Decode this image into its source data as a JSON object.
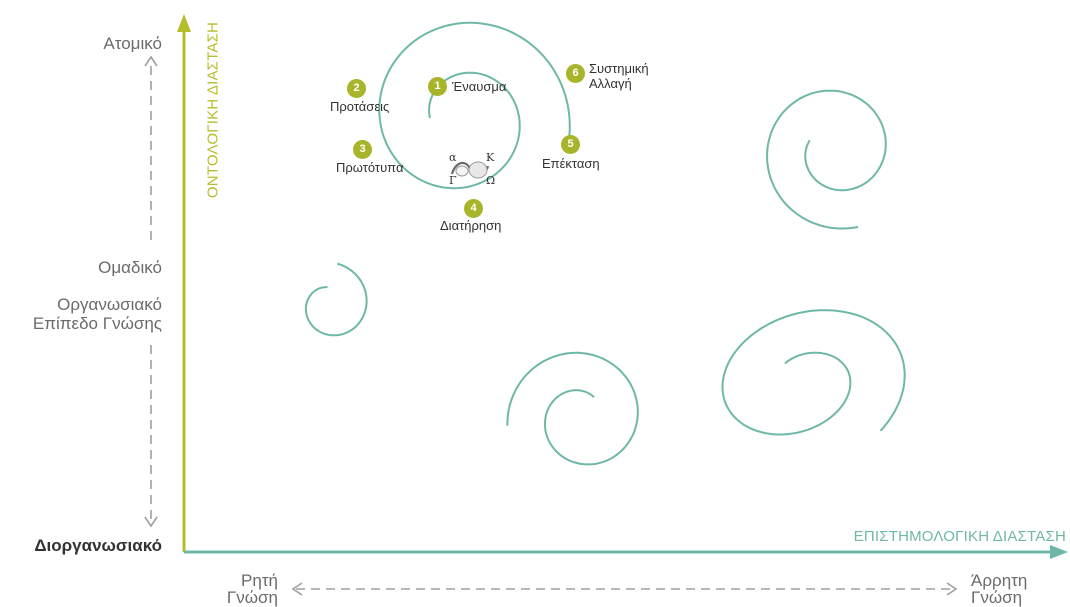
{
  "colors": {
    "vertical_axis": "#b5bd2a",
    "horizontal_axis": "#6fb8a8",
    "spiral": "#6fb8a8",
    "badge": "#a8b52a",
    "label_text": "#6b6b6b",
    "dashed": "#a0a0a0"
  },
  "axes": {
    "vertical_title": "ΟΝΤΟΛΟΓΙΚΗ ΔΙΑΣΤΑΣΗ",
    "horizontal_title": "ΕΠΙΣΤΗΜΟΛΟΓΙΚΗ ΔΙΑΣΤΑΣΗ"
  },
  "levels": {
    "individual": "Ατομικό",
    "group": "Ομαδικό",
    "organizational_line1": "Οργανωσιακό",
    "organizational_line2": "Επίπεδο Γνώσης",
    "interorganizational": "Διοργανωσιακό"
  },
  "knowledge": {
    "explicit_line1": "Ρητή",
    "explicit_line2": "Γνώση",
    "tacit_line1": "Άρρητη",
    "tacit_line2": "Γνώση"
  },
  "steps": [
    {
      "num": "1",
      "label": "Έναυσμα"
    },
    {
      "num": "2",
      "label": "Προτάσεις"
    },
    {
      "num": "3",
      "label": "Πρωτότυπα"
    },
    {
      "num": "4",
      "label": "Διατήρηση"
    },
    {
      "num": "5",
      "label": "Επέκταση"
    },
    {
      "num": "6",
      "line1": "Συστημική",
      "line2": "Αλλαγή"
    }
  ],
  "logo_letters": {
    "a": "α",
    "k": "Κ",
    "g": "Γ",
    "o": "Ω"
  },
  "icons": [
    "dashed-arrow-vertical-icon",
    "dashed-arrow-horizontal-icon",
    "logo-icon"
  ]
}
